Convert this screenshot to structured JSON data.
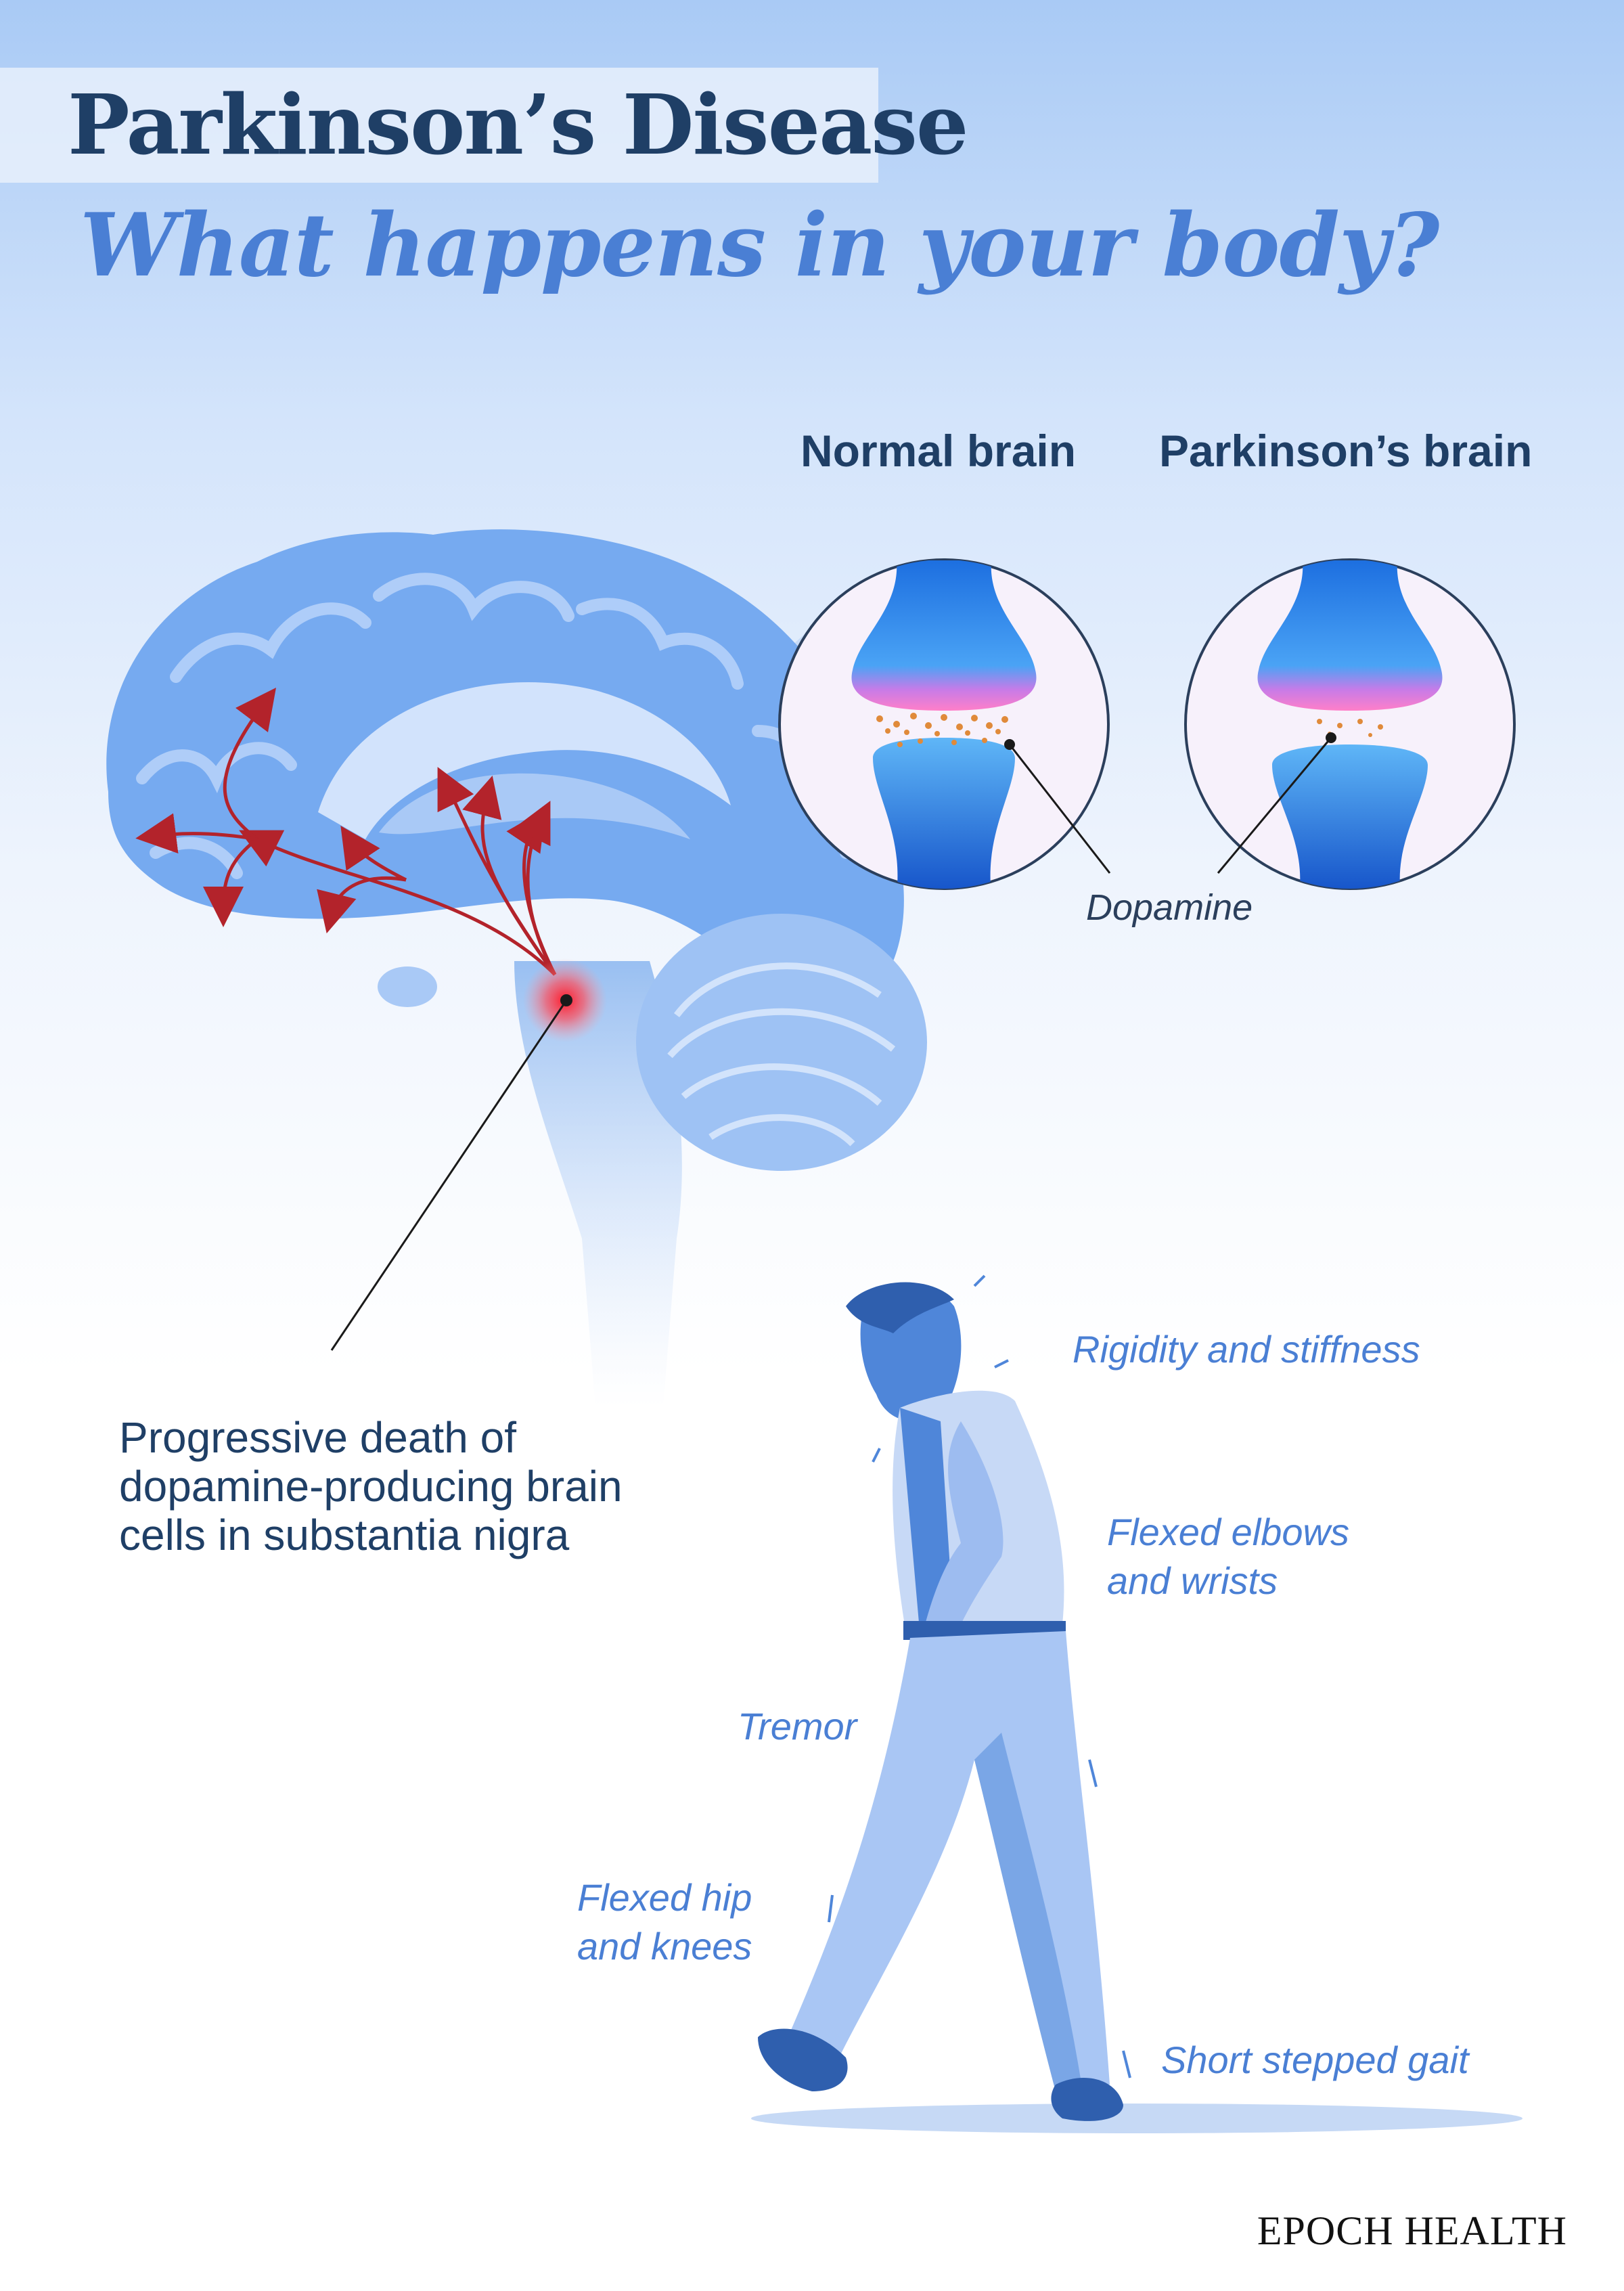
{
  "header": {
    "title": "Parkinson’s Disease",
    "subtitle": "What happens in your body?"
  },
  "comparison": {
    "normal_label": "Normal brain",
    "parkinsons_label": "Parkinson’s brain",
    "dopamine_label": "Dopamine"
  },
  "brain_caption": {
    "lines": [
      "Progressive death of",
      "dopamine-producing brain",
      "cells in substantia nigra"
    ]
  },
  "symptoms": {
    "rigidity": [
      "Rigidity and stiffness"
    ],
    "elbows": [
      "Flexed elbows",
      "and wrists"
    ],
    "tremor": [
      "Tremor"
    ],
    "hip": [
      "Flexed hip",
      "and knees"
    ],
    "gait": [
      "Short stepped gait"
    ]
  },
  "brand": "EPOCH HEALTH",
  "colors": {
    "title": "#1f3f66",
    "accent_blue": "#4a7fd4",
    "brain_blue": "#6fa6ec",
    "pathway_red": "#b3232b"
  }
}
